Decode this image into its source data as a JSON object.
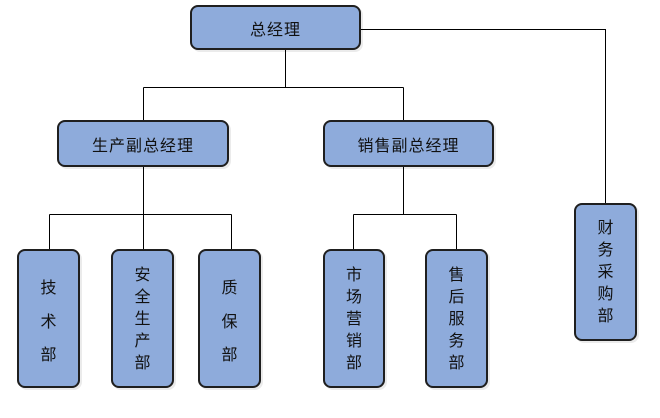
{
  "colors": {
    "box_fill": "#8eabdb",
    "box_border": "#1f1f1f",
    "line": "#000000"
  },
  "nodes": {
    "ceo": {
      "label": "总经理"
    },
    "vp_production": {
      "label": "生产副总经理"
    },
    "vp_sales": {
      "label": "销售副总经理"
    },
    "tech": {
      "label": "技\n术\n部"
    },
    "safety": {
      "label": "安\n全\n生\n产\n部"
    },
    "quality": {
      "label": "质\n保\n部"
    },
    "marketing": {
      "label": "市\n场\n营\n销\n部"
    },
    "after_sales": {
      "label": "售\n后\n服\n务\n部"
    },
    "finance": {
      "label": "财\n务\n采\n购\n部"
    }
  }
}
